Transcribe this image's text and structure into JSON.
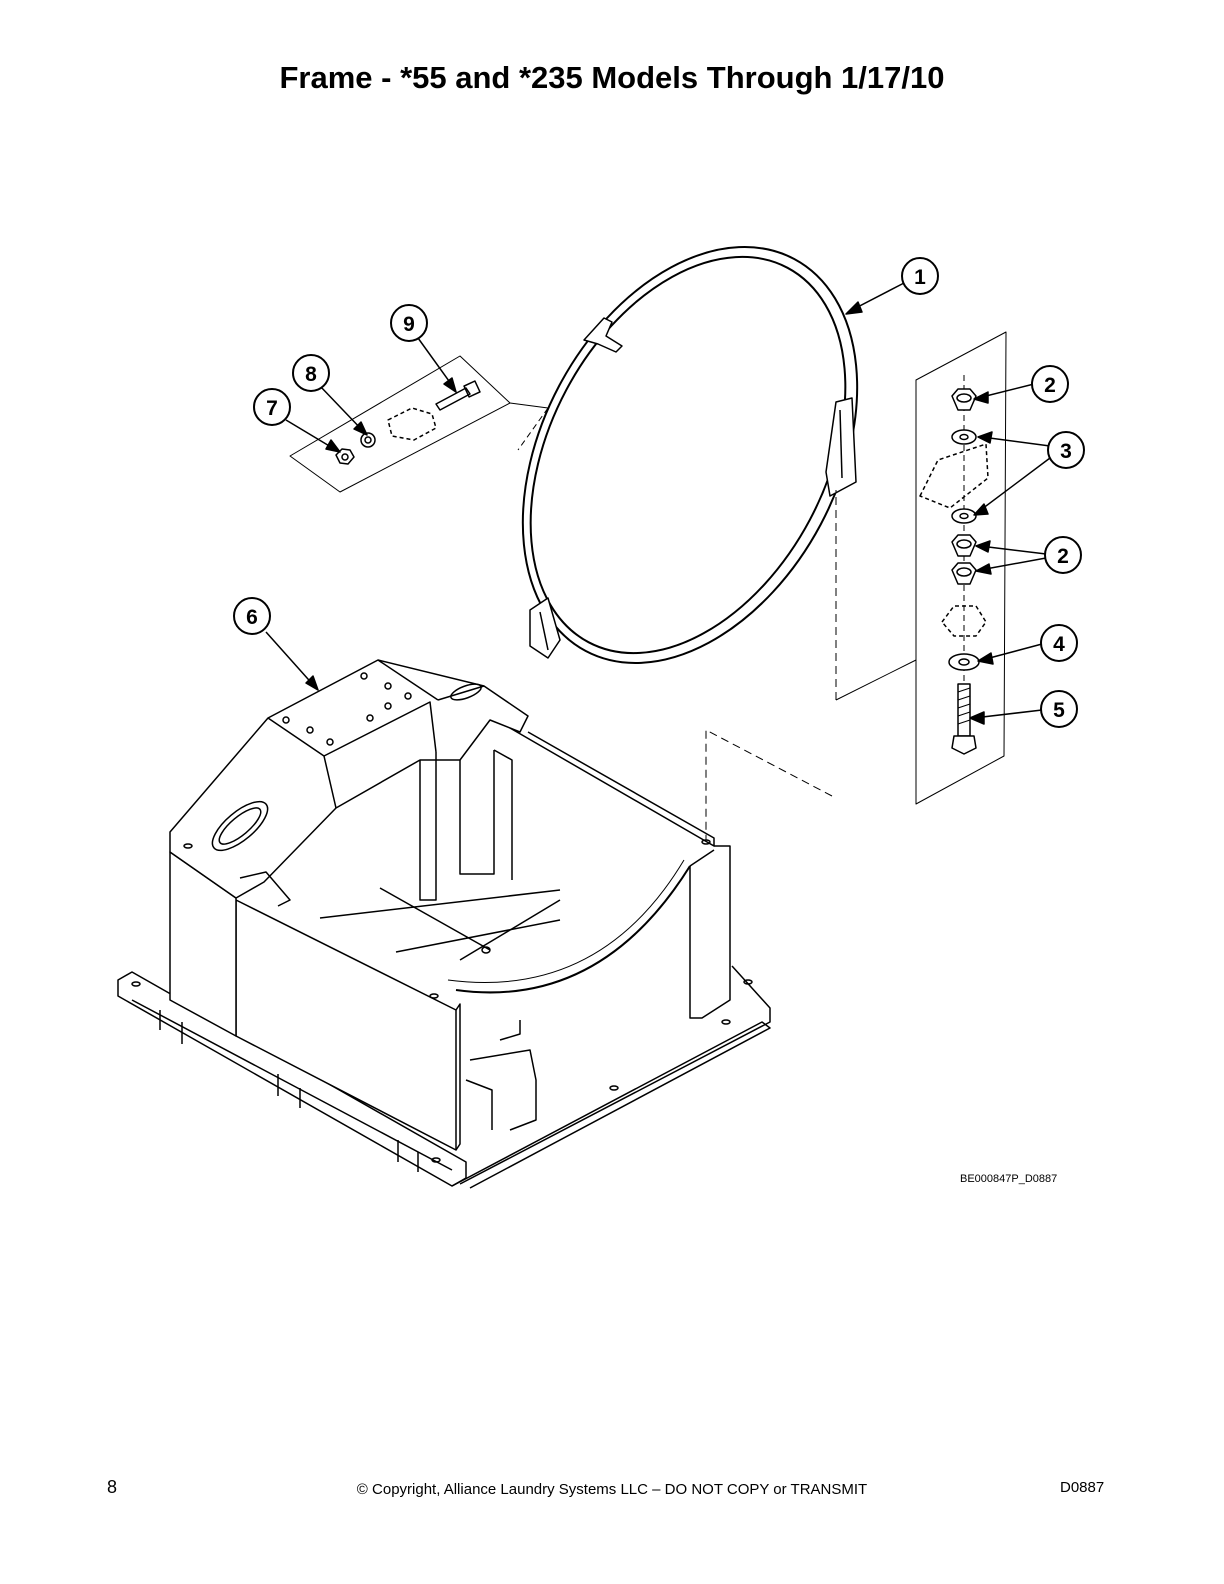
{
  "page": {
    "title": "Frame - *55 and *235 Models Through 1/17/10",
    "drawing_code": "BE000847P_D0887",
    "page_number": "8",
    "copyright": "© Copyright, Alliance Laundry Systems LLC – DO NOT COPY or TRANSMIT",
    "document_code": "D0887"
  },
  "callouts": {
    "c1": "1",
    "c2a": "2",
    "c2b": "2",
    "c3": "3",
    "c4": "4",
    "c5": "5",
    "c6": "6",
    "c7": "7",
    "c8": "8",
    "c9": "9"
  }
}
